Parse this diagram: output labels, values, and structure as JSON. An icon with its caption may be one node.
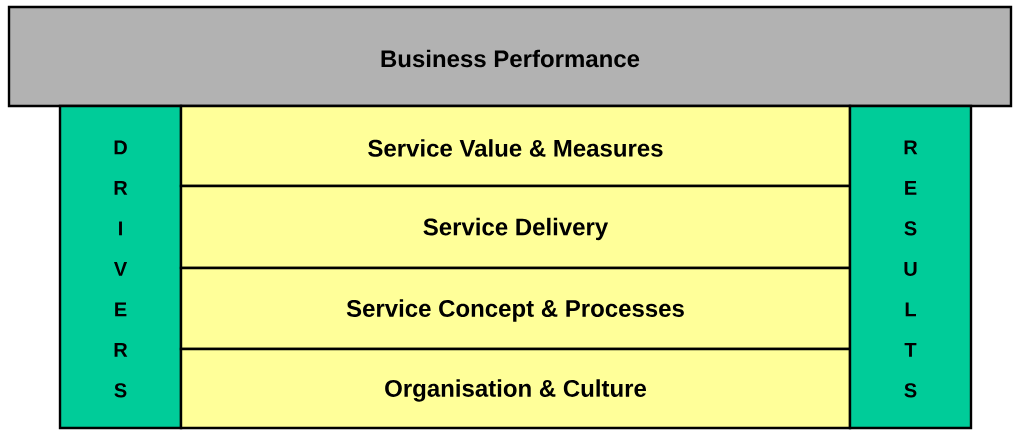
{
  "diagram": {
    "nodes": [
      {
        "text": [
          "Business Performance"
        ]
      },
      {
        "text": [
          "DRIVERS"
        ]
      },
      {
        "text": [
          "Service Value & Measures"
        ]
      },
      {
        "text": [
          "Service Delivery"
        ]
      },
      {
        "text": [
          "Service Concept & Processes"
        ]
      },
      {
        "text": [
          "Organisation & Culture"
        ]
      },
      {
        "text": [
          "RESULTS"
        ]
      }
    ]
  }
}
